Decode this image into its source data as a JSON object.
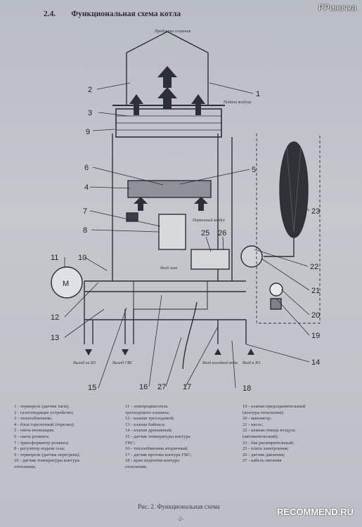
{
  "watermark_top": "PPиночка",
  "watermark_bottom": "RECOMMEND.RU",
  "heading": {
    "number": "2.4.",
    "title": "Функциональная схема котла"
  },
  "notes": {
    "flue": "Продукты сгорания",
    "air": "Подача воздуха",
    "primary_air": "Первичный воздух",
    "gas_in": "Вход газа",
    "heat_out": "Выход из ХО",
    "dhw_out": "Выход ГВС",
    "cold_in": "Вход холодной воды",
    "heat_in": "Вход в ХО"
  },
  "callouts": [
    "1",
    "2",
    "3",
    "4",
    "5",
    "6",
    "7",
    "8",
    "9",
    "10",
    "11",
    "12",
    "13",
    "14",
    "15",
    "16",
    "17",
    "18",
    "19",
    "20",
    "21",
    "22",
    "23",
    "25",
    "26",
    "27"
  ],
  "motor_letter": "M",
  "legend": {
    "col1": [
      "1 - термореле (датчик тяги);",
      "2 - газоотводящее устройство;",
      "3 - теплообменник;",
      "4 - блок горелочный (горелка);",
      "5 - свеча ионизации;",
      "6 - свеча розжига;",
      "7 - трансформатор розжига;",
      "8 - регулятор подачи газа;",
      "9 - термореле (датчик перегрева);",
      "10 - датчик температуры контура",
      "     отопления;"
    ],
    "col2": [
      "11 - электродвигатель",
      "     трехходового клапана;",
      "12 - клапан трехходовой;",
      "13 - клапан байпаса;",
      "14 - клапан дренажный;",
      "15 - датчик температуры контура",
      "     ГВС;",
      "16 - теплообменник вторичный;",
      "17 - датчик протока контура ГВС;",
      "18 - кран подпитки контура",
      "     отопления;"
    ],
    "col3": [
      "19 - клапан предохранительный",
      "     (контура отопления);",
      "20 - манометр;",
      "21 - насос;",
      "22 - клапан отвода воздуха",
      "     (автоматический);",
      "23 - бак расширительный;",
      "25 - плата электронная;",
      "26 - датчик давления;",
      "27 - кабель питания"
    ]
  },
  "caption": "Рис. 2. Функциональная схема",
  "page_number": "-2-"
}
